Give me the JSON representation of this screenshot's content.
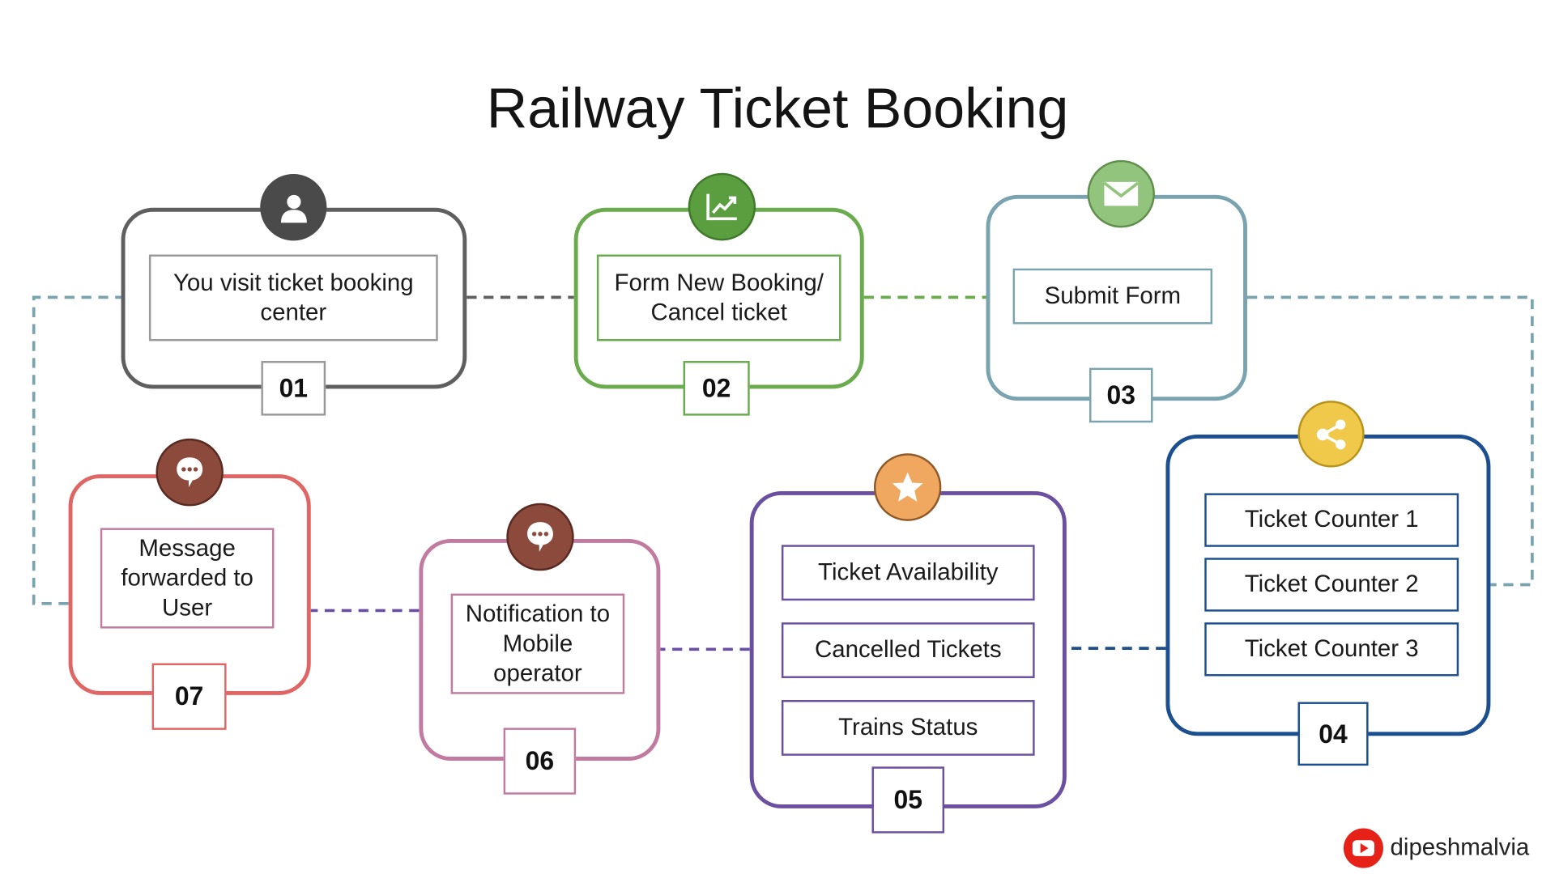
{
  "title": "Railway Ticket Booking",
  "colors": {
    "step01": "#5f5f5f",
    "step02": "#6aab4d",
    "step03": "#7aa3b0",
    "step04": "#1b4f8f",
    "step05": "#6b4fa1",
    "step06": "#c27ba0",
    "step07": "#e06666",
    "badge_red": "#8b4a3c",
    "badge_gold": "#f1c94a",
    "badge_orange": "#f0a860",
    "badge_mail": "#93c47d",
    "youtube_red": "#e62117"
  },
  "steps": [
    {
      "number": "01",
      "icon": "user-icon",
      "labels": [
        "You visit ticket booking center"
      ]
    },
    {
      "number": "02",
      "icon": "chart-up-icon",
      "labels": [
        "Form New Booking/ Cancel ticket"
      ]
    },
    {
      "number": "03",
      "icon": "mail-icon",
      "labels": [
        "Submit Form"
      ]
    },
    {
      "number": "04",
      "icon": "share-icon",
      "labels": [
        "Ticket Counter 1",
        "Ticket Counter 2",
        "Ticket Counter 3"
      ]
    },
    {
      "number": "05",
      "icon": "star-icon",
      "labels": [
        "Ticket Availability",
        "Cancelled Tickets",
        "Trains Status"
      ]
    },
    {
      "number": "06",
      "icon": "chat-bubble-icon",
      "labels": [
        "Notification to Mobile operator"
      ]
    },
    {
      "number": "07",
      "icon": "chat-bubble-icon",
      "labels": [
        "Message forwarded to User"
      ]
    }
  ],
  "brand": {
    "icon": "youtube-icon",
    "text": "dipeshmalvia"
  }
}
